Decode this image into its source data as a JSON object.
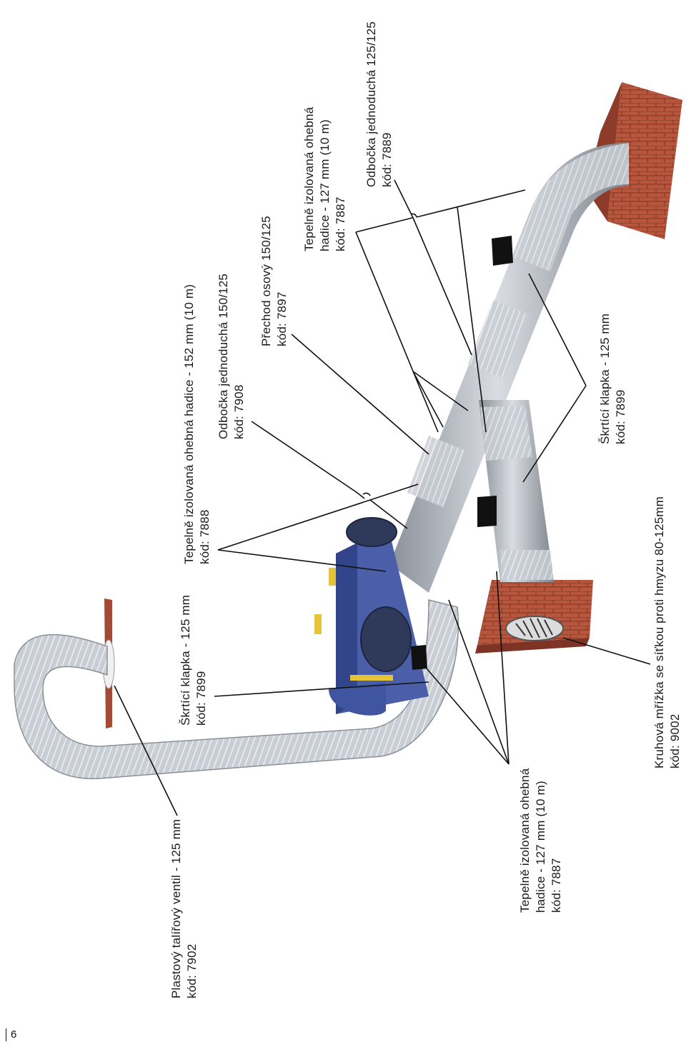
{
  "labels": {
    "ventil": {
      "line1": "Plastový talířový ventil - 125 mm",
      "line2": "kód: 7902"
    },
    "klapka_left": {
      "line1": "Škrtící klapka - 125 mm",
      "line2": "kód: 7899"
    },
    "hadice_152": {
      "line1": "Tepelně izolovaná ohebná hadice - 152 mm (10 m)",
      "line2": "kód: 7888"
    },
    "odbocka_150": {
      "line1": "Odbočka jednoduchá 150/125",
      "line2": "kód: 7908"
    },
    "prechod": {
      "line1": "Přechod osový 150/125",
      "line2": "kód: 7897"
    },
    "hadice_127_top": {
      "line1": "Tepelně izolovaná ohebná",
      "line2": "hadice - 127 mm (10 m)",
      "line3": "kód: 7887"
    },
    "odbocka_125": {
      "line1": "Odbočka jednoduchá 125/125",
      "line2": "kód: 7889"
    },
    "klapka_right": {
      "line1": "Škrtící klapka - 125 mm",
      "line2": "kód: 7899"
    },
    "hadice_127_bottom": {
      "line1": "Tepelně izolovaná ohebná",
      "line2": "hadice - 127 mm (10 m)",
      "line3": "kód: 7887"
    },
    "mrizka": {
      "line1": "Kruhová mřížka se síťkou proti hmyzu 80-125mm",
      "line2": "kód: 9002"
    }
  },
  "page_number": "6",
  "colors": {
    "brick": "#b8553d",
    "fan_body": "#4a5fa8",
    "duct": "#b9bfc7",
    "accent_yellow": "#e6c43a"
  }
}
